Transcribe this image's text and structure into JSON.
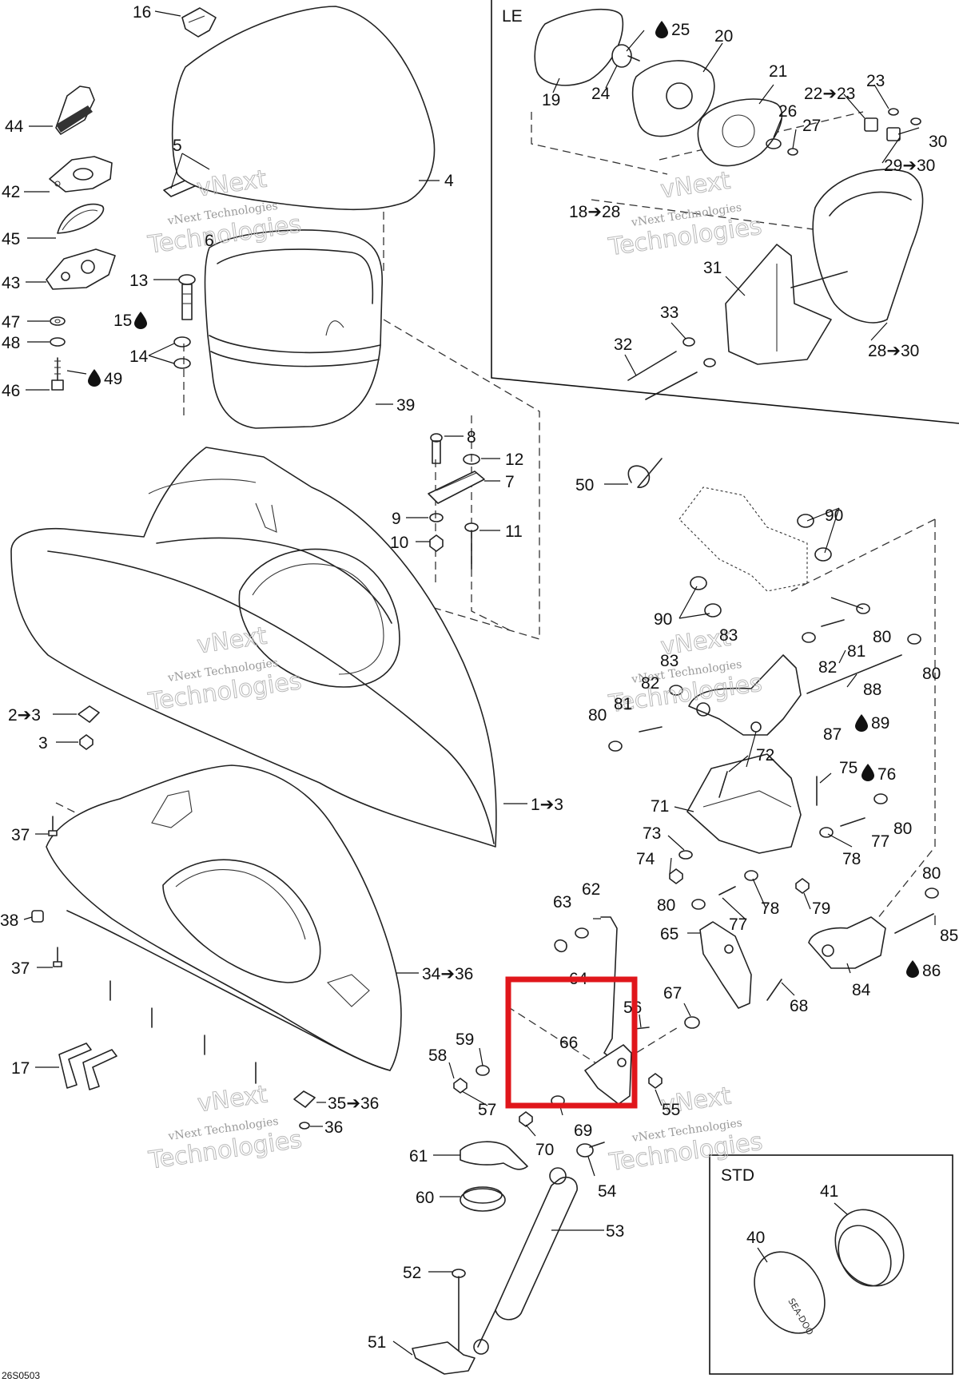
{
  "diagram": {
    "inset_le_title": "LE",
    "inset_std_title": "STD",
    "ref_code": "26S0503",
    "watermark": {
      "brand": "vNext",
      "line1": "vNext Technologies",
      "line2": "Technologies"
    },
    "callouts": {
      "c16": "16",
      "c4": "4",
      "c44": "44",
      "c5": "5",
      "c42": "42",
      "c45": "45",
      "c6": "6",
      "c43": "43",
      "c13": "13",
      "c47": "47",
      "c15": "15",
      "c48": "48",
      "c14": "14",
      "c46": "46",
      "c49": "49",
      "c39": "39",
      "c8": "8",
      "c12": "12",
      "c7": "7",
      "c9": "9",
      "c11": "11",
      "c10": "10",
      "c2_3": "2➔3",
      "c3": "3",
      "c1_3": "1➔3",
      "c37a": "37",
      "c38": "38",
      "c37b": "37",
      "c34_36": "34➔36",
      "c17": "17",
      "c35_36": "35➔36",
      "c36": "36",
      "c19": "19",
      "c24": "24",
      "c25": "25",
      "c20": "20",
      "c21": "21",
      "c22_23": "22➔23",
      "c23": "23",
      "c26": "26",
      "c27": "27",
      "c30": "30",
      "c29_30": "29➔30",
      "c18_28": "18➔28",
      "c31": "31",
      "c33": "33",
      "c32": "32",
      "c28_30": "28➔30",
      "c50": "50",
      "c90a": "90",
      "c90b": "90",
      "c83a": "83",
      "c81a": "81",
      "c80a": "80",
      "c83b": "83",
      "c82a": "82",
      "c88": "88",
      "c80b": "80",
      "c82b": "82",
      "c80c": "80",
      "c81b": "81",
      "c89": "89",
      "c87": "87",
      "c72": "72",
      "c75": "75",
      "c76": "76",
      "c71": "71",
      "c77a": "77",
      "c80d": "80",
      "c73": "73",
      "c78a": "78",
      "c74": "74",
      "c80e": "80",
      "c63": "63",
      "c62": "62",
      "c78b": "78",
      "c79": "79",
      "c80f": "80",
      "c77b": "77",
      "c65": "65",
      "c85": "85",
      "c64": "64",
      "c86": "86",
      "c84": "84",
      "c67": "67",
      "c68": "68",
      "c56": "56",
      "c59": "59",
      "c66": "66",
      "c58": "58",
      "c57": "57",
      "c69": "69",
      "c55": "55",
      "c70": "70",
      "c61": "61",
      "c54": "54",
      "c60": "60",
      "c53": "53",
      "c52": "52",
      "c51": "51",
      "c40": "40",
      "c41": "41"
    },
    "highlighted_part": "66",
    "colors": {
      "highlight": "#e0161b",
      "line": "#222222",
      "watermark": "#b9b9b9"
    }
  }
}
